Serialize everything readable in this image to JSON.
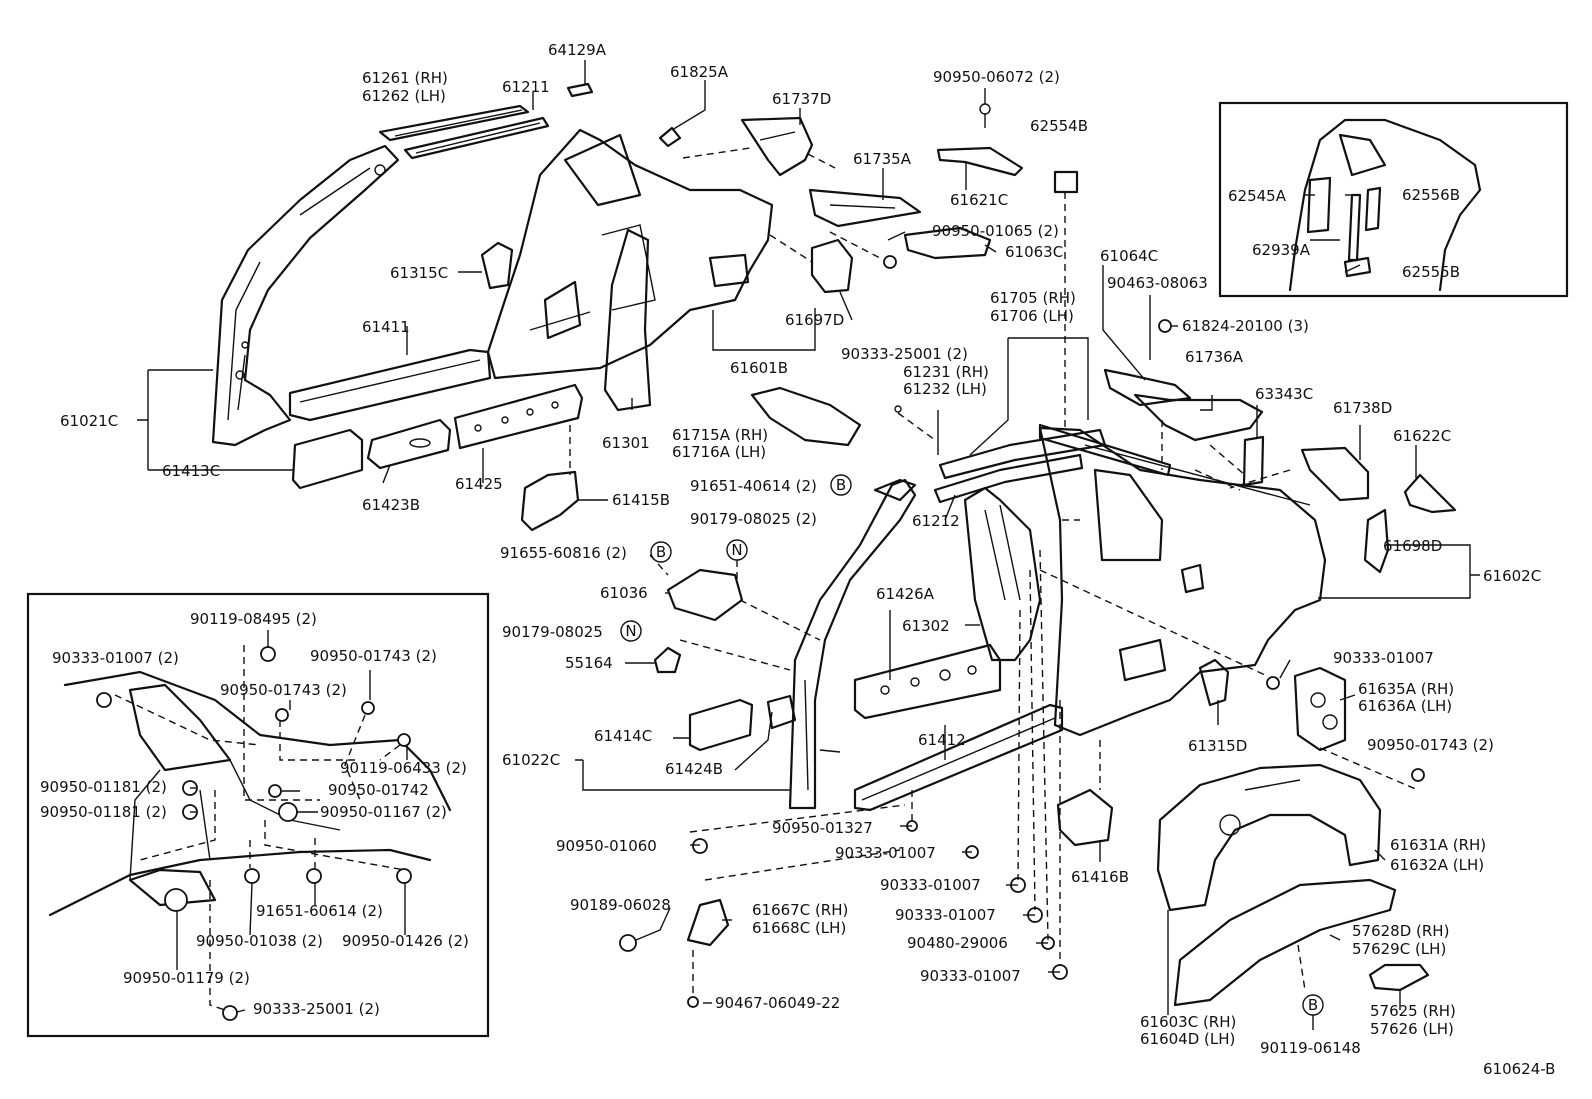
{
  "labels": [
    {
      "id": "l001",
      "text": "64129A"
    },
    {
      "id": "l002",
      "text": "61261 (RH)"
    },
    {
      "id": "l003",
      "text": "61262 (LH)"
    },
    {
      "id": "l004",
      "text": "61211"
    },
    {
      "id": "l005",
      "text": "61825A"
    },
    {
      "id": "l006",
      "text": "61737D"
    },
    {
      "id": "l007",
      "text": "90950-06072 (2)"
    },
    {
      "id": "l008",
      "text": "62554B"
    },
    {
      "id": "l009",
      "text": "61735A"
    },
    {
      "id": "l010",
      "text": "61621C"
    },
    {
      "id": "l011",
      "text": "90950-01065 (2)"
    },
    {
      "id": "l012",
      "text": "61063C"
    },
    {
      "id": "l013",
      "text": "61315C"
    },
    {
      "id": "l014",
      "text": "61697D"
    },
    {
      "id": "l015",
      "text": "61411"
    },
    {
      "id": "l016",
      "text": "61601B"
    },
    {
      "id": "l017",
      "text": "61021C"
    },
    {
      "id": "l018",
      "text": "61413C"
    },
    {
      "id": "l019",
      "text": "61423B"
    },
    {
      "id": "l020",
      "text": "61425"
    },
    {
      "id": "l021",
      "text": "61301"
    },
    {
      "id": "l022",
      "text": "61415B"
    },
    {
      "id": "l023",
      "text": "61715A (RH)"
    },
    {
      "id": "l024",
      "text": "61716A (LH)"
    },
    {
      "id": "l025",
      "text": "90333-25001 (2)"
    },
    {
      "id": "l026",
      "text": "61231 (RH)"
    },
    {
      "id": "l027",
      "text": "61232 (LH)"
    },
    {
      "id": "l028",
      "text": "61705 (RH)"
    },
    {
      "id": "l029",
      "text": "61706 (LH)"
    },
    {
      "id": "l030",
      "text": "61064C"
    },
    {
      "id": "l031",
      "text": "90463-08063"
    },
    {
      "id": "l032",
      "text": "61824-20100 (3)"
    },
    {
      "id": "l033",
      "text": "61736A"
    },
    {
      "id": "l034",
      "text": "63343C"
    },
    {
      "id": "l035",
      "text": "61738D"
    },
    {
      "id": "l036",
      "text": "61622C"
    },
    {
      "id": "l037",
      "text": "62545A"
    },
    {
      "id": "l038",
      "text": "62556B"
    },
    {
      "id": "l039",
      "text": "62939A"
    },
    {
      "id": "l040",
      "text": "62555B"
    },
    {
      "id": "l041",
      "text": "91651-40614 (2)"
    },
    {
      "id": "l042",
      "text": "90179-08025 (2)"
    },
    {
      "id": "l043",
      "text": "91655-60816 (2)"
    },
    {
      "id": "l044",
      "text": "61036"
    },
    {
      "id": "l045",
      "text": "61212"
    },
    {
      "id": "l046",
      "text": "61698D"
    },
    {
      "id": "l047",
      "text": "61602C"
    },
    {
      "id": "l048",
      "text": "90119-08495 (2)"
    },
    {
      "id": "l049",
      "text": "90333-01007 (2)"
    },
    {
      "id": "l050",
      "text": "90950-01743 (2)"
    },
    {
      "id": "l051",
      "text": "90950-01743 (2)"
    },
    {
      "id": "l052",
      "text": "90179-08025"
    },
    {
      "id": "l053",
      "text": "55164"
    },
    {
      "id": "l054",
      "text": "61426A"
    },
    {
      "id": "l055",
      "text": "61302"
    },
    {
      "id": "l056",
      "text": "90333-01007"
    },
    {
      "id": "l057",
      "text": "61635A (RH)"
    },
    {
      "id": "l058",
      "text": "61636A (LH)"
    },
    {
      "id": "l059",
      "text": "90119-06433 (2)"
    },
    {
      "id": "l060",
      "text": "90950-01181 (2)"
    },
    {
      "id": "l061",
      "text": "90950-01742"
    },
    {
      "id": "l062",
      "text": "90950-01181 (2)"
    },
    {
      "id": "l063",
      "text": "90950-01167 (2)"
    },
    {
      "id": "l064",
      "text": "61414C"
    },
    {
      "id": "l065",
      "text": "61022C"
    },
    {
      "id": "l066",
      "text": "61424B"
    },
    {
      "id": "l067",
      "text": "61412"
    },
    {
      "id": "l068",
      "text": "61315D"
    },
    {
      "id": "l069",
      "text": "90950-01743 (2)"
    },
    {
      "id": "l070",
      "text": "90950-01327"
    },
    {
      "id": "l071",
      "text": "90950-01060"
    },
    {
      "id": "l072",
      "text": "90333-01007"
    },
    {
      "id": "l073",
      "text": "61631A (RH)"
    },
    {
      "id": "l074",
      "text": "61632A (LH)"
    },
    {
      "id": "l075",
      "text": "61416B"
    },
    {
      "id": "l076",
      "text": "90333-01007"
    },
    {
      "id": "l077",
      "text": "91651-60614 (2)"
    },
    {
      "id": "l078",
      "text": "90189-06028"
    },
    {
      "id": "l079",
      "text": "61667C (RH)"
    },
    {
      "id": "l080",
      "text": "61668C (LH)"
    },
    {
      "id": "l081",
      "text": "90333-01007"
    },
    {
      "id": "l082",
      "text": "90950-01038 (2)"
    },
    {
      "id": "l083",
      "text": "90950-01426 (2)"
    },
    {
      "id": "l084",
      "text": "90480-29006"
    },
    {
      "id": "l085",
      "text": "57628D (RH)"
    },
    {
      "id": "l086",
      "text": "57629C (LH)"
    },
    {
      "id": "l087",
      "text": "90950-01179 (2)"
    },
    {
      "id": "l088",
      "text": "90333-01007"
    },
    {
      "id": "l089",
      "text": "90333-25001 (2)"
    },
    {
      "id": "l090",
      "text": "90467-06049-22"
    },
    {
      "id": "l091",
      "text": "57625 (RH)"
    },
    {
      "id": "l092",
      "text": "57626 (LH)"
    },
    {
      "id": "l093",
      "text": "61603C (RH)"
    },
    {
      "id": "l094",
      "text": "61604D (LH)"
    },
    {
      "id": "l095",
      "text": "90119-06148"
    },
    {
      "id": "l096",
      "text": "610624-B"
    }
  ],
  "markers": [
    {
      "id": "m1",
      "letter": "B"
    },
    {
      "id": "m2",
      "letter": "N"
    },
    {
      "id": "m3",
      "letter": "B"
    },
    {
      "id": "m4",
      "letter": "N"
    },
    {
      "id": "m5",
      "letter": "B"
    }
  ]
}
